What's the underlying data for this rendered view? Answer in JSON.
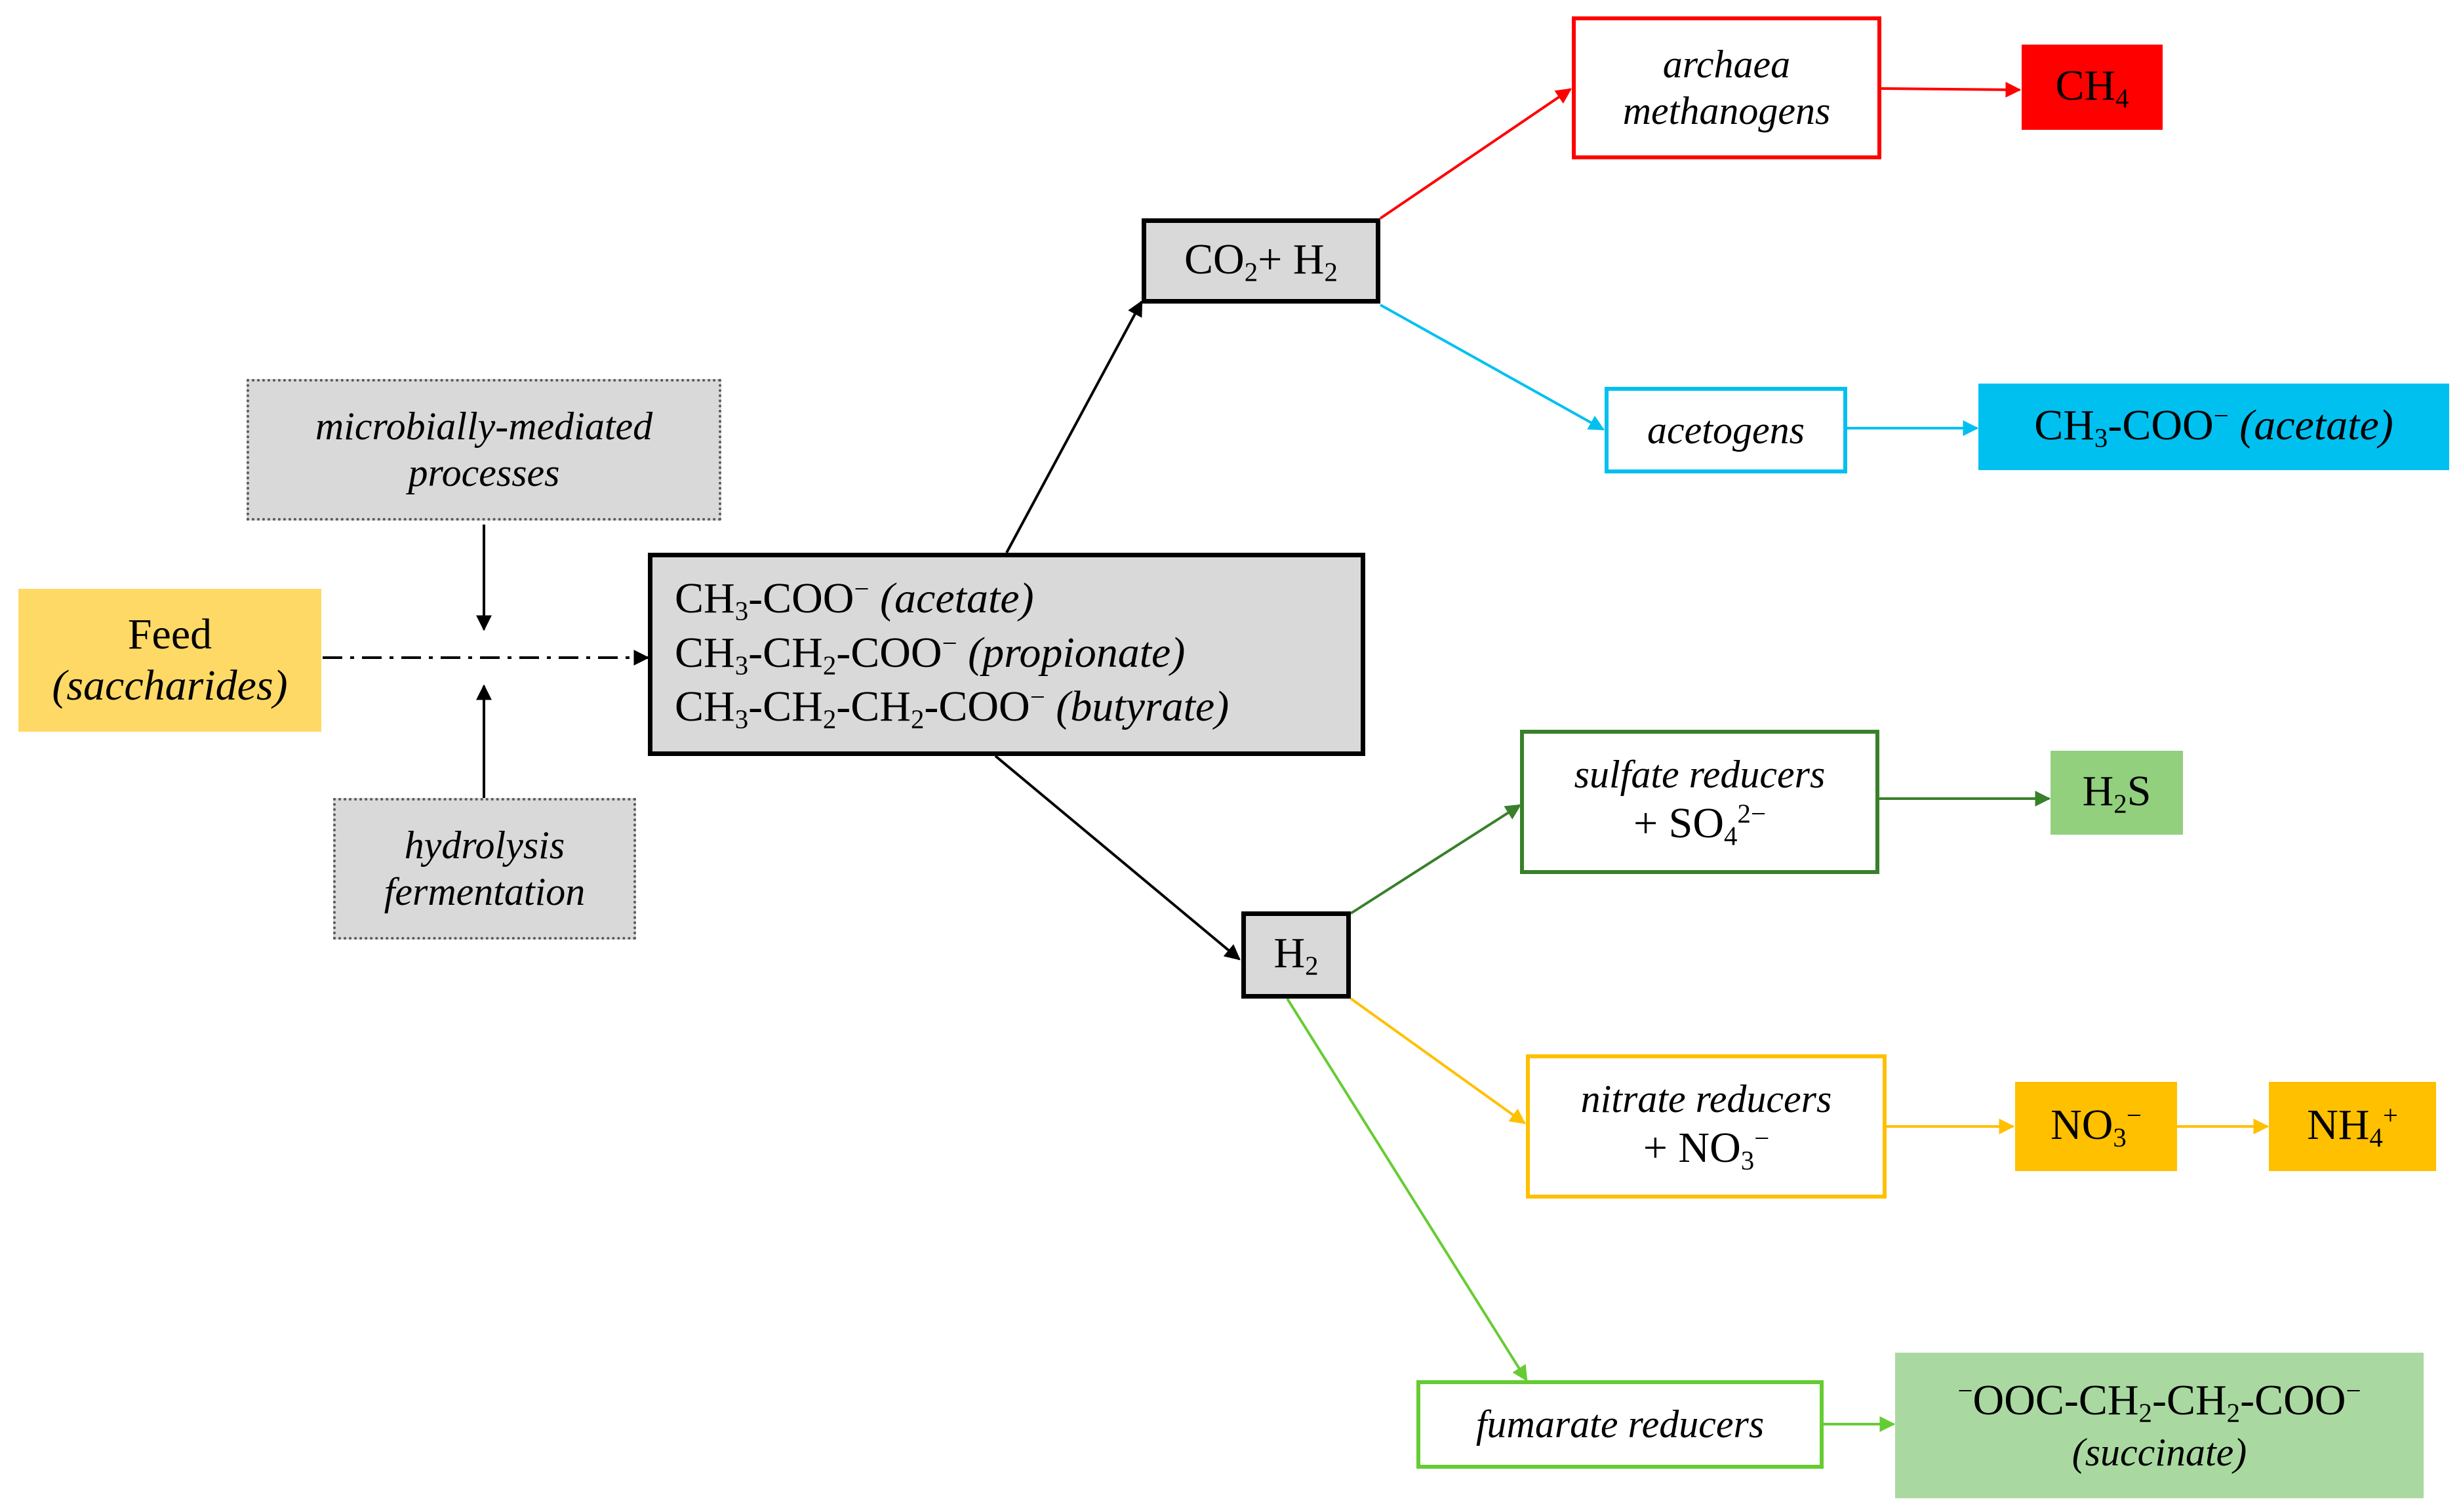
{
  "nodes": {
    "feed": {
      "title": "Feed",
      "subtitle": "(saccharides)"
    },
    "processes": {
      "line1": "microbially-mediated",
      "line2": "processes"
    },
    "hydrolysis": {
      "line1": "hydrolysis",
      "line2": "fermentation"
    },
    "vfa": {
      "l1_a": "CH",
      "l1_b": "3",
      "l1_c": "-COO",
      "l1_d": "−",
      "l1_e": " (acetate)",
      "l2_a": "CH",
      "l2_b": "3",
      "l2_c": "-CH",
      "l2_d": "2",
      "l2_e": "-COO",
      "l2_f": "−",
      "l2_g": " (propionate)",
      "l3_a": "CH",
      "l3_b": "3",
      "l3_c": "-CH",
      "l3_d": "2",
      "l3_e": "-CH",
      "l3_f": "2",
      "l3_g": "-COO",
      "l3_h": "−",
      "l3_i": " (butyrate)"
    },
    "co2h2": {
      "a": "CO",
      "b": "2",
      "c": "+ H",
      "d": "2"
    },
    "h2": {
      "a": "H",
      "b": "2"
    },
    "methanogens": {
      "line1": "archaea",
      "line2": "methanogens"
    },
    "ch4": {
      "a": "CH",
      "b": "4"
    },
    "acetogens": {
      "label": "acetogens"
    },
    "acetate_out": {
      "a": "CH",
      "b": "3",
      "c": "-COO",
      "d": "−",
      "e": " (acetate)"
    },
    "sulfate": {
      "line1": "sulfate reducers",
      "a": "+ SO",
      "b": "4",
      "c": "2−"
    },
    "h2s": {
      "a": "H",
      "b": "2",
      "c": "S"
    },
    "nitrate": {
      "line1": "nitrate reducers",
      "a": "+ NO",
      "b": "3",
      "c": "−"
    },
    "no3": {
      "a": "NO",
      "b": "3",
      "c": "−"
    },
    "nh4": {
      "a": "NH",
      "b": "4",
      "c": "+"
    },
    "fumarate": {
      "label": "fumarate reducers"
    },
    "succinate": {
      "a": "−",
      "b": "OOC-CH",
      "c": "2",
      "d": "-CH",
      "e": "2",
      "f": "-COO",
      "g": "−",
      "line2": "(succinate)"
    }
  },
  "colors": {
    "feed": "#ffd966",
    "gray_box": "#d9d9d9",
    "methanogen": "#ff0000",
    "acetogen": "#00c0f0",
    "sulfate": "#38802a",
    "h2s_fill": "#92d07e",
    "nitrate": "#ffc000",
    "fumarate": "#66cc33",
    "succinate_fill": "#a9d9a0"
  }
}
